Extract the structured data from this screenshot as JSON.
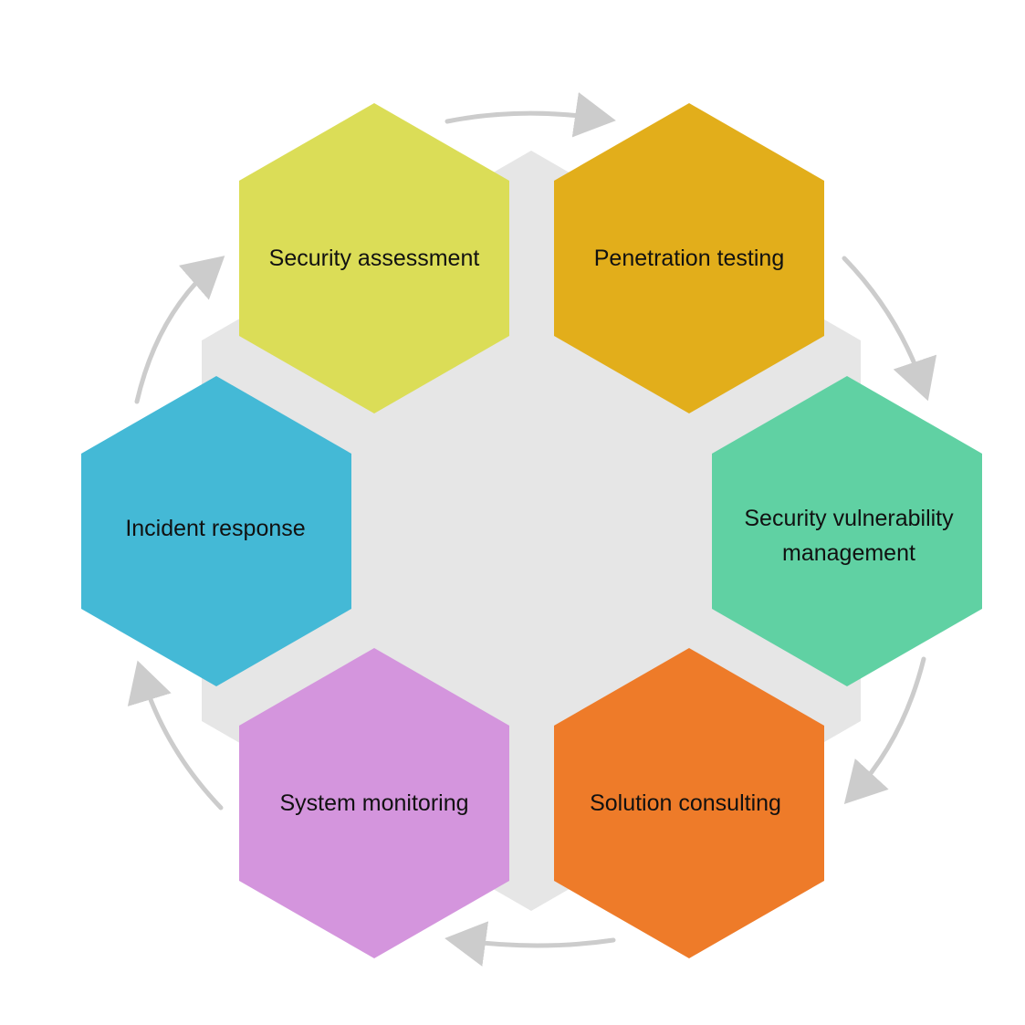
{
  "diagram": {
    "background_color": "#e6e6e6",
    "arrow_color": "#cccccc",
    "nodes": [
      {
        "id": "security-assessment",
        "label": "Security assessment",
        "color": "#dbdd57"
      },
      {
        "id": "penetration-testing",
        "label": "Penetration testing",
        "color": "#e2ae1b"
      },
      {
        "id": "security-vulnerability-management",
        "label": "Security vulnerability\nmanagement",
        "color": "#60d1a3"
      },
      {
        "id": "solution-consulting",
        "label": "Solution consulting",
        "color": "#ee7b29"
      },
      {
        "id": "system-monitoring",
        "label": "System monitoring",
        "color": "#d495dd"
      },
      {
        "id": "incident-response",
        "label": "Incident response",
        "color": "#44b9d6"
      }
    ],
    "flow": [
      {
        "from": "security-assessment",
        "to": "penetration-testing"
      },
      {
        "from": "penetration-testing",
        "to": "security-vulnerability-management"
      },
      {
        "from": "security-vulnerability-management",
        "to": "solution-consulting"
      },
      {
        "from": "solution-consulting",
        "to": "system-monitoring"
      },
      {
        "from": "system-monitoring",
        "to": "incident-response"
      },
      {
        "from": "incident-response",
        "to": "security-assessment"
      }
    ]
  }
}
